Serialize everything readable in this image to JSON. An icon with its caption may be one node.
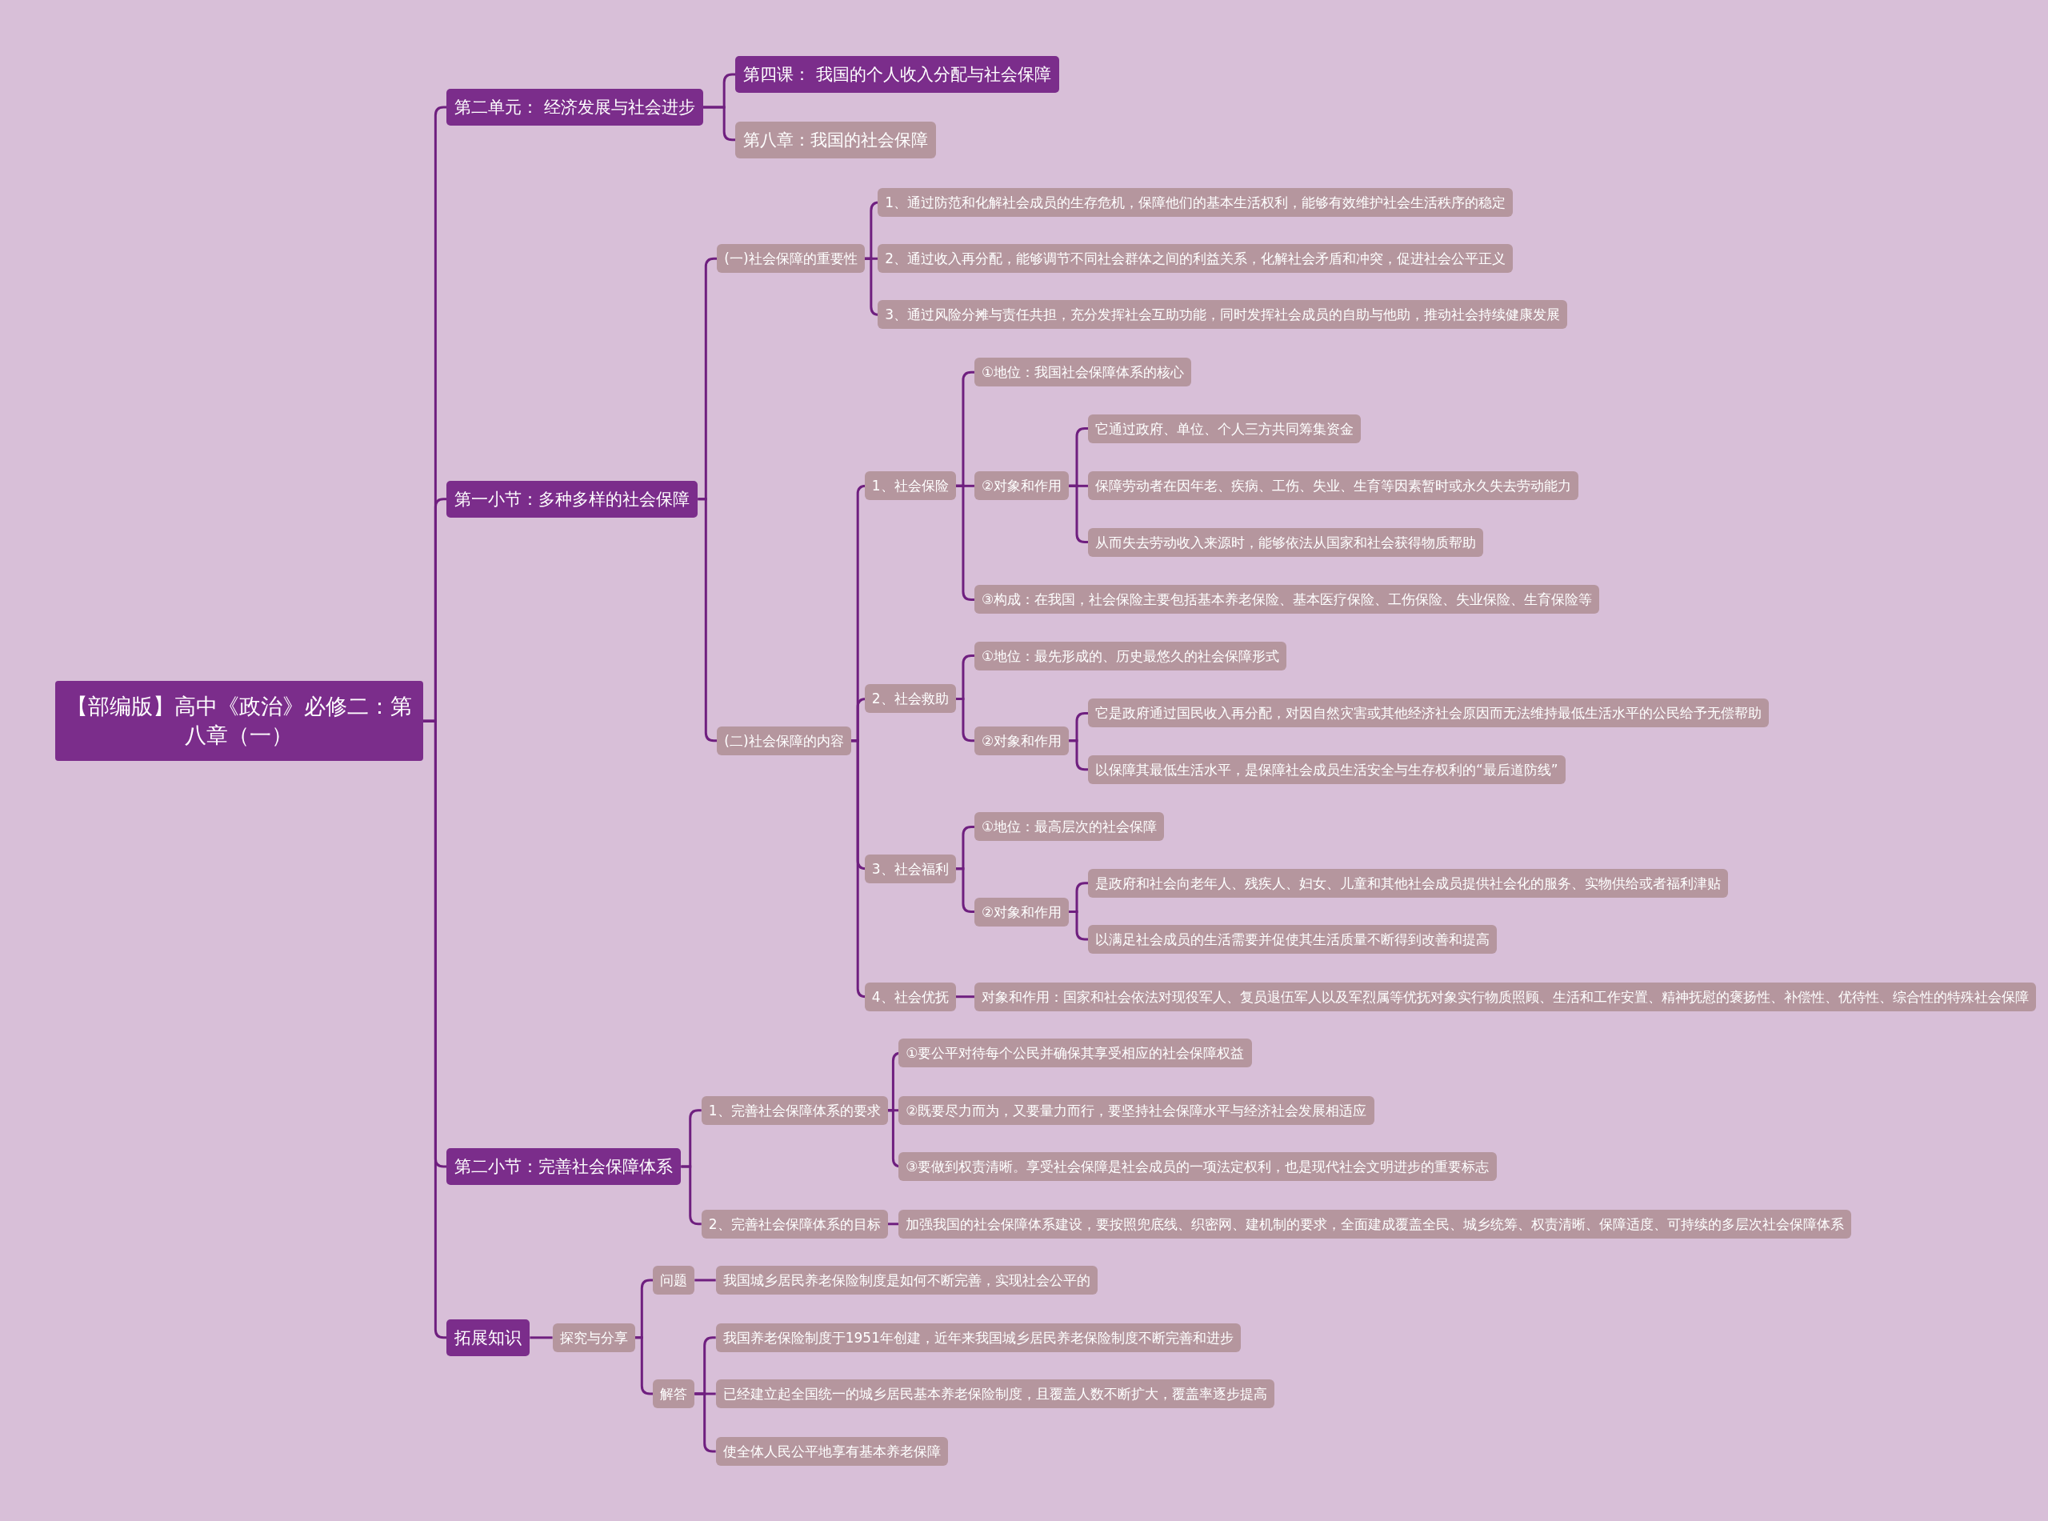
{
  "diagram": {
    "nodes": [
      {
        "text": [
          "【部编版】高中《政治》必修二：第八章（一）"
        ]
      },
      {
        "text": [
          "第二单元： 经济发展与社会进步"
        ]
      },
      {
        "text": [
          "第四课： 我国的个人收入分配与社会保障"
        ]
      },
      {
        "text": [
          "第八章：我国的社会保障"
        ]
      },
      {
        "text": [
          "第一小节：多种多样的社会保障"
        ]
      },
      {
        "text": [
          "(一)社会保障的重要性"
        ]
      },
      {
        "text": [
          "1、通过防范和化解社会成员的生存危机，保障他们的基本生活权利，能够有效维护社会生活秩序的稳定"
        ]
      },
      {
        "text": [
          "2、通过收入再分配，能够调节不同社会群体之间的利益关系，化解社会矛盾和冲突，促进社会公平正义"
        ]
      },
      {
        "text": [
          "3、通过风险分摊与责任共担，充分发挥社会互助功能，同时发挥社会成员的自助与他助，推动社会持续健康发展"
        ]
      },
      {
        "text": [
          "(二)社会保障的内容"
        ]
      },
      {
        "text": [
          "1、社会保险"
        ]
      },
      {
        "text": [
          "①地位：我国社会保障体系的核心"
        ]
      },
      {
        "text": [
          "②对象和作用"
        ]
      },
      {
        "text": [
          "它通过政府、单位、个人三方共同筹集资金"
        ]
      },
      {
        "text": [
          "保障劳动者在因年老、疾病、工伤、失业、生育等因素暂时或永久失去劳动能力"
        ]
      },
      {
        "text": [
          "从而失去劳动收入来源时，能够依法从国家和社会获得物质帮助"
        ]
      },
      {
        "text": [
          "③构成：在我国，社会保险主要包括基本养老保险、基本医疗保险、工伤保险、失业保险、生育保险等"
        ]
      },
      {
        "text": [
          "2、社会救助"
        ]
      },
      {
        "text": [
          "①地位：最先形成的、历史最悠久的社会保障形式"
        ]
      },
      {
        "text": [
          "②对象和作用"
        ]
      },
      {
        "text": [
          "它是政府通过国民收入再分配，对因自然灾害或其他经济社会原因而无法维持最低生活水平的公民给予无偿帮助"
        ]
      },
      {
        "text": [
          "以保障其最低生活水平，是保障社会成员生活安全与生存权利的“最后道防线”"
        ]
      },
      {
        "text": [
          "3、社会福利"
        ]
      },
      {
        "text": [
          "①地位：最高层次的社会保障"
        ]
      },
      {
        "text": [
          "②对象和作用"
        ]
      },
      {
        "text": [
          "是政府和社会向老年人、残疾人、妇女、儿童和其他社会成员提供社会化的服务、实物供给或者福利津贴"
        ]
      },
      {
        "text": [
          "以满足社会成员的生活需要并促使其生活质量不断得到改善和提高"
        ]
      },
      {
        "text": [
          "4、社会优抚"
        ]
      },
      {
        "text": [
          "对象和作用：国家和社会依法对现役军人、复员退伍军人以及军烈属等优抚对象实行物质照顾、生活和工作安置、精神抚慰的褒扬性、补偿性、优待性、综合性的特殊社会保障"
        ]
      },
      {
        "text": [
          "第二小节：完善社会保障体系"
        ]
      },
      {
        "text": [
          "1、完善社会保障体系的要求"
        ]
      },
      {
        "text": [
          "①要公平对待每个公民并确保其享受相应的社会保障权益"
        ]
      },
      {
        "text": [
          "②既要尽力而为，又要量力而行，要坚持社会保障水平与经济社会发展相适应"
        ]
      },
      {
        "text": [
          "③要做到权责清晰。享受社会保障是社会成员的一项法定权利，也是现代社会文明进步的重要标志"
        ]
      },
      {
        "text": [
          "2、完善社会保障体系的目标"
        ]
      },
      {
        "text": [
          "加强我国的社会保障体系建设，要按照兜底线、织密网、建机制的要求，全面建成覆盖全民、城乡统筹、权责清晰、保障适度、可持续的多层次社会保障体系"
        ]
      },
      {
        "text": [
          "拓展知识"
        ]
      },
      {
        "text": [
          "探究与分享"
        ]
      },
      {
        "text": [
          "问题"
        ]
      },
      {
        "text": [
          "我国城乡居民养老保险制度是如何不断完善，实现社会公平的"
        ]
      },
      {
        "text": [
          "解答"
        ]
      },
      {
        "text": [
          "我国养老保险制度于1951年创建，近年来我国城乡居民养老保险制度不断完善和进步"
        ]
      },
      {
        "text": [
          "已经建立起全国统一的城乡居民基本养老保险制度，且覆盖人数不断扩大，覆盖率逐步提高"
        ]
      },
      {
        "text": [
          "使全体人民公平地享有基本养老保障"
        ]
      }
    ],
    "edges": [
      {
        "from": 0,
        "to": 1,
        "arrow": "none"
      },
      {
        "from": 1,
        "to": 2,
        "arrow": "none"
      },
      {
        "from": 1,
        "to": 3,
        "arrow": "none"
      },
      {
        "from": 0,
        "to": 4,
        "arrow": "none"
      },
      {
        "from": 4,
        "to": 5,
        "arrow": "none"
      },
      {
        "from": 5,
        "to": 6,
        "arrow": "none"
      },
      {
        "from": 5,
        "to": 7,
        "arrow": "none"
      },
      {
        "from": 5,
        "to": 8,
        "arrow": "none"
      },
      {
        "from": 4,
        "to": 9,
        "arrow": "none"
      },
      {
        "from": 9,
        "to": 10,
        "arrow": "none"
      },
      {
        "from": 10,
        "to": 11,
        "arrow": "none"
      },
      {
        "from": 10,
        "to": 12,
        "arrow": "none"
      },
      {
        "from": 12,
        "to": 13,
        "arrow": "none"
      },
      {
        "from": 12,
        "to": 14,
        "arrow": "none"
      },
      {
        "from": 12,
        "to": 15,
        "arrow": "none"
      },
      {
        "from": 10,
        "to": 16,
        "arrow": "none"
      },
      {
        "from": 9,
        "to": 17,
        "arrow": "none"
      },
      {
        "from": 17,
        "to": 18,
        "arrow": "none"
      },
      {
        "from": 17,
        "to": 19,
        "arrow": "none"
      },
      {
        "from": 19,
        "to": 20,
        "arrow": "none"
      },
      {
        "from": 19,
        "to": 21,
        "arrow": "none"
      },
      {
        "from": 9,
        "to": 22,
        "arrow": "none"
      },
      {
        "from": 22,
        "to": 23,
        "arrow": "none"
      },
      {
        "from": 22,
        "to": 24,
        "arrow": "none"
      },
      {
        "from": 24,
        "to": 25,
        "arrow": "none"
      },
      {
        "from": 24,
        "to": 26,
        "arrow": "none"
      },
      {
        "from": 9,
        "to": 27,
        "arrow": "none"
      },
      {
        "from": 27,
        "to": 28,
        "arrow": "none"
      },
      {
        "from": 0,
        "to": 29,
        "arrow": "none"
      },
      {
        "from": 29,
        "to": 30,
        "arrow": "none"
      },
      {
        "from": 30,
        "to": 31,
        "arrow": "none"
      },
      {
        "from": 30,
        "to": 32,
        "arrow": "none"
      },
      {
        "from": 30,
        "to": 33,
        "arrow": "none"
      },
      {
        "from": 29,
        "to": 34,
        "arrow": "none"
      },
      {
        "from": 34,
        "to": 35,
        "arrow": "none"
      },
      {
        "from": 0,
        "to": 36,
        "arrow": "none"
      },
      {
        "from": 36,
        "to": 37,
        "arrow": "none"
      },
      {
        "from": 37,
        "to": 38,
        "arrow": "none"
      },
      {
        "from": 38,
        "to": 39,
        "arrow": "none"
      },
      {
        "from": 37,
        "to": 40,
        "arrow": "none"
      },
      {
        "from": 40,
        "to": 41,
        "arrow": "none"
      },
      {
        "from": 40,
        "to": 42,
        "arrow": "none"
      },
      {
        "from": 40,
        "to": 43,
        "arrow": "none"
      }
    ]
  }
}
